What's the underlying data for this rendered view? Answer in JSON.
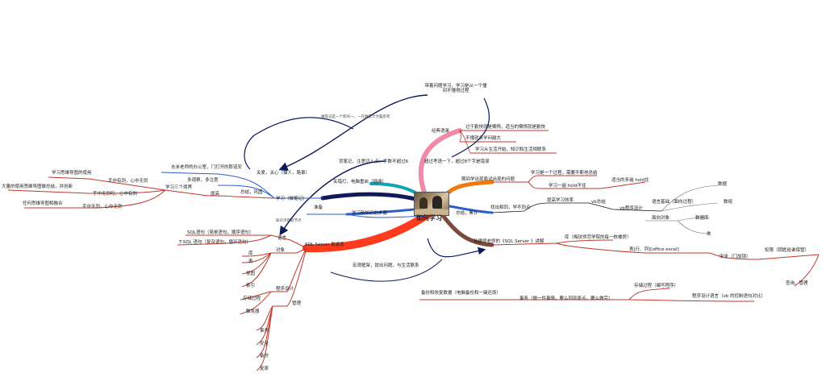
{
  "root": {
    "title": "如何学习"
  },
  "nodes": {
    "classic": "经典语录",
    "classic_1": "过于勤快就是懒惰，适当的懒惰就是勤快",
    "classic_2": "不懂就多学问越大",
    "classic_3": "学习从生活开始，知识和生活相联系",
    "question": "带着问题学习，学习是从一个懂到不懂得过程",
    "note_far": "做笔记是一个新的一，一在做累计大脑思考",
    "guanai": "关爱，关心（猫人，路事）",
    "guanai_1": "去米老师的办公室，门打开的那道安",
    "guanai_2": "多观察，多注意",
    "zongjie": "总结，巩固",
    "tigao": "提高",
    "sanjing": "学习三个境界",
    "sanjing_1": "学习思维导图的使用",
    "sanjing_1a": "手中有剑，心中无剑",
    "sanjing_2": "大量的使用思维导图做总结，并创新",
    "sanjing_2a": "手中无剑吗，心中有剑",
    "sanjing_3": "任何思维导图相融合",
    "sanjing_3a": "手中无剑，心中无剑",
    "xuexi_biji": "学习（做笔记）",
    "zhunbei": "准备",
    "guandeng": "关错灯，电脑重启（插曲）",
    "tip_1": "背笔记，注意切入点，字数不超过6",
    "tip_2": "超过考语一下，超过8个字是错误",
    "new_step": "学习新知识的步骤",
    "review": "宏观框架，提出问题，与生活联系",
    "zhishi": "知识点提取节点",
    "qimo": "期间学出现面试出现的问题",
    "qimo_1": "学习是一个过程，需要不断地总结",
    "qimo_2": "学习一遍  hold不住",
    "qimo_2a": "适当的多遍  hold住",
    "zongjie2": "总结，累计",
    "zhaochu": "找出相同，学不同点",
    "tigao_xiaolv": "提高学习效率",
    "vb": "vb总结",
    "vb_prog": "vb程序设计",
    "vb_lang": "语言基础（面向过程）",
    "vb_oo": "面向对象",
    "shuju": "数据",
    "shuzu": "数组",
    "shujuku": "数据库",
    "lei": "类",
    "sql_zhi": "徐建师老师的《SQL Server 》讲解",
    "sql_ku": "库（梅玟师范学院的每一栋楼房）",
    "sql_biao": "表[行、列][office excel]",
    "sql_anquan": "安全（门加锁）",
    "sql_quanxian": "权限（钥匙给谁保管）",
    "sql_chaxun": "查询、管理",
    "sql_cunchu": "存储过程（编写程序）",
    "sql_chengxu": "程序设计语言（vb 的控制语句对比）",
    "sql_shiwu": "事务（做一件事情，要么回到原点，要么做完）",
    "sql_beifen": "备份和恢复数据（电脑备份和一键还原）",
    "sqlserver": "SQL Server 数据库",
    "yuyan": "语言",
    "yuyan_1": "SQL语句（简单语句，顺序语句）",
    "yuyan_2": "T-SQL 语句（复杂语句，循环语句）",
    "duixiang": "对象",
    "obj_ku": "库",
    "obj_biao": "表",
    "obj_shitu": "视图",
    "obj_suoyin": "索引",
    "chengxu": "程序设计",
    "cunchu": "存储过程",
    "chufa": "触发器",
    "guanli": "管理",
    "gl_shiwu": "事务",
    "gl_anquan": "安全",
    "gl_beifen": "备份",
    "gl_huifu": "复原"
  },
  "colors": {
    "red": "#ff3b1e",
    "red_line": "#c0392b",
    "pink": "#f08aa8",
    "navy": "#0e1a5a",
    "teal": "#11a3b8",
    "orange": "#f07a10",
    "blue": "#2c5fc9",
    "brown": "#7b4a38",
    "gray": "#777777"
  }
}
